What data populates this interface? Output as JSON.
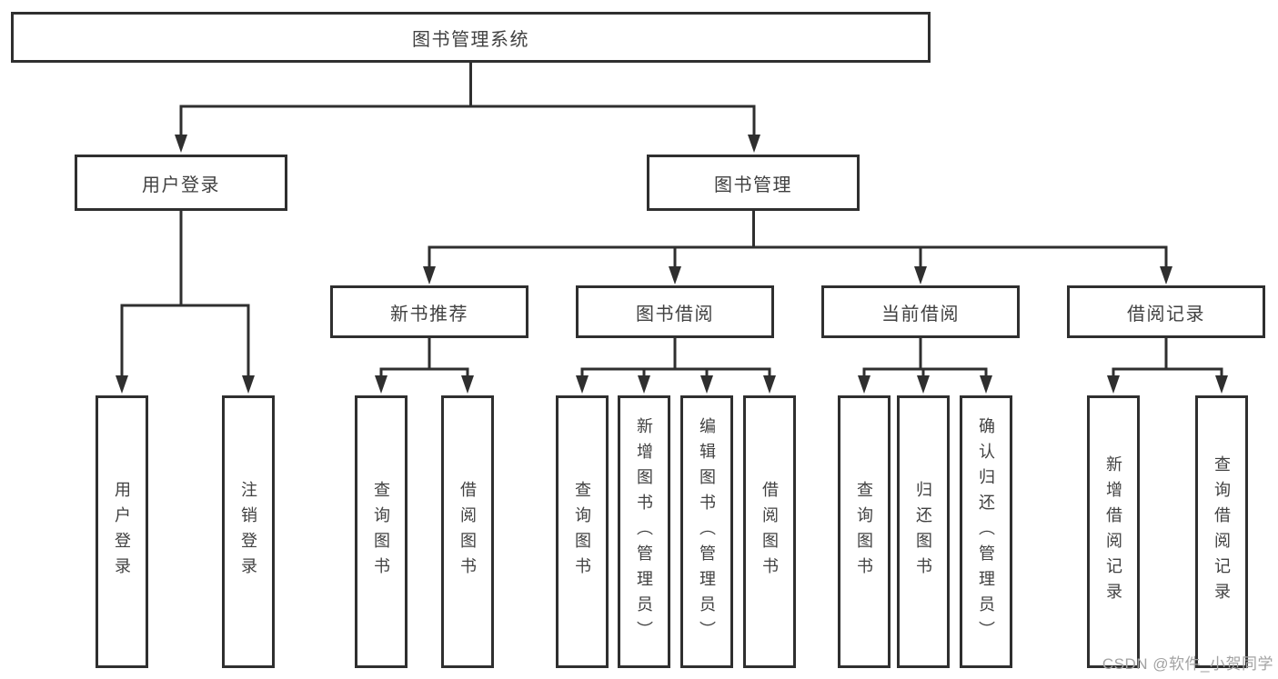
{
  "title": "图书管理系统",
  "watermark": "CSDN @软件_小贺同学",
  "colors": {
    "line": "#2f2f2f",
    "box_border": "#2f2f2f",
    "box_text": "#414141",
    "watermark": "#a3a3a3",
    "background": "#ffffff"
  },
  "tree": {
    "root": {
      "label": "图书管理系统"
    },
    "branches": [
      {
        "label": "用户登录",
        "children": [
          {
            "label": "用户登录"
          },
          {
            "label": "注销登录"
          }
        ]
      },
      {
        "label": "图书管理",
        "children": [
          {
            "label": "新书推荐",
            "children": [
              {
                "label": "查询图书"
              },
              {
                "label": "借阅图书"
              }
            ]
          },
          {
            "label": "图书借阅",
            "children": [
              {
                "label": "查询图书"
              },
              {
                "label": "新增图书（管理员）"
              },
              {
                "label": "编辑图书（管理员）"
              },
              {
                "label": "借阅图书"
              }
            ]
          },
          {
            "label": "当前借阅",
            "children": [
              {
                "label": "查询图书"
              },
              {
                "label": "归还图书"
              },
              {
                "label": "确认归还（管理员）"
              }
            ]
          },
          {
            "label": "借阅记录",
            "children": [
              {
                "label": "新增借阅记录"
              },
              {
                "label": "查询借阅记录"
              }
            ]
          }
        ]
      }
    ]
  }
}
